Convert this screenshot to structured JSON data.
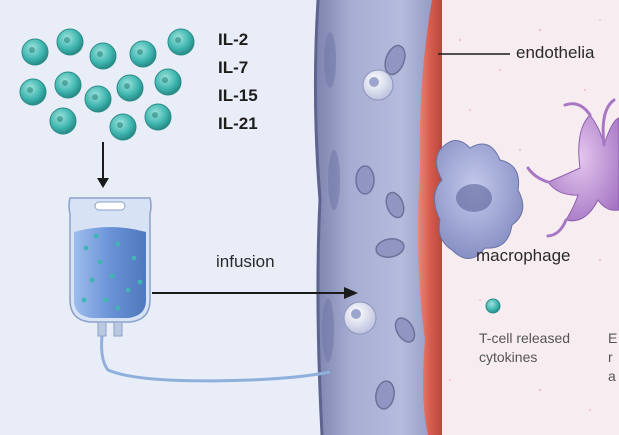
{
  "cytokines": [
    "IL-2",
    "IL-7",
    "IL-15",
    "IL-21"
  ],
  "labels": {
    "infusion": "infusion",
    "endothelial": "endothelia",
    "macrophage": "macrophage",
    "tcell_released_line1": "T-cell released",
    "tcell_released_line2": "cytokines",
    "cut_edge_1": "E",
    "cut_edge_2": "r",
    "cut_edge_3": "a"
  },
  "colors": {
    "background": "#e9edf8",
    "tissue": "#f6ecef",
    "vessel": "#9fa6cb",
    "endothelium": "#d9685a",
    "tcell": "#3fb6b0",
    "macrophage": "#8a93c9",
    "dendritic": "#b78ad0",
    "iv_fluid": "#6a93d6"
  }
}
